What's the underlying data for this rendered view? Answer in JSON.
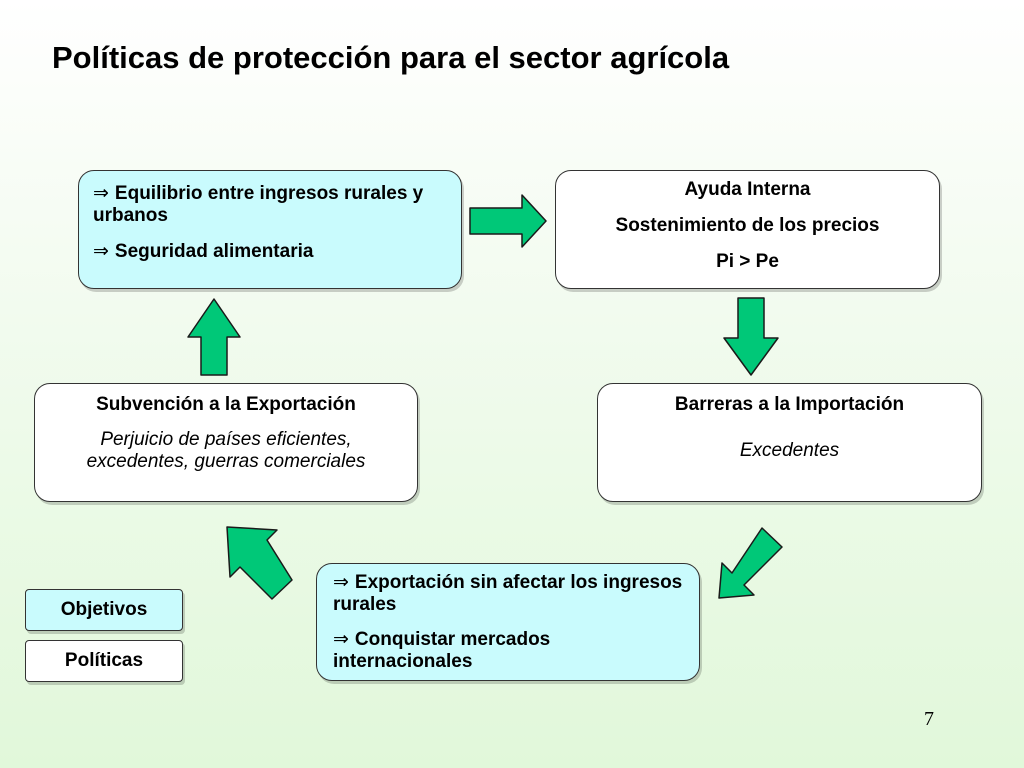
{
  "title": "Políticas de protección para el sector agrícola",
  "symbols": {
    "implies": "⇒"
  },
  "box_objetivos_top": {
    "bullets": [
      "Equilibrio entre ingresos rurales y urbanos",
      "Seguridad alimentaria"
    ]
  },
  "box_ayuda_interna": {
    "heading": "Ayuda Interna",
    "line2": "Sostenimiento de los precios",
    "line3": "Pi > Pe"
  },
  "box_barreras": {
    "heading": "Barreras a la Importación",
    "body": "Excedentes"
  },
  "box_objetivos_bottom": {
    "bullets": [
      "Exportación sin afectar los ingresos rurales",
      "Conquistar mercados internacionales"
    ]
  },
  "box_subvencion": {
    "heading": "Subvención a la Exportación",
    "body_line1": "Perjuicio de países eficientes,",
    "body_line2": "excedentes, guerras comerciales"
  },
  "legend": {
    "objetivos": "Objetivos",
    "politicas": "Políticas"
  },
  "colors": {
    "objetivos_fill": "#c9fbfd",
    "politicas_fill": "#ffffff",
    "arrow_fill": "#00c878",
    "arrow_stroke": "#1a1a1a"
  },
  "page_number": "7"
}
